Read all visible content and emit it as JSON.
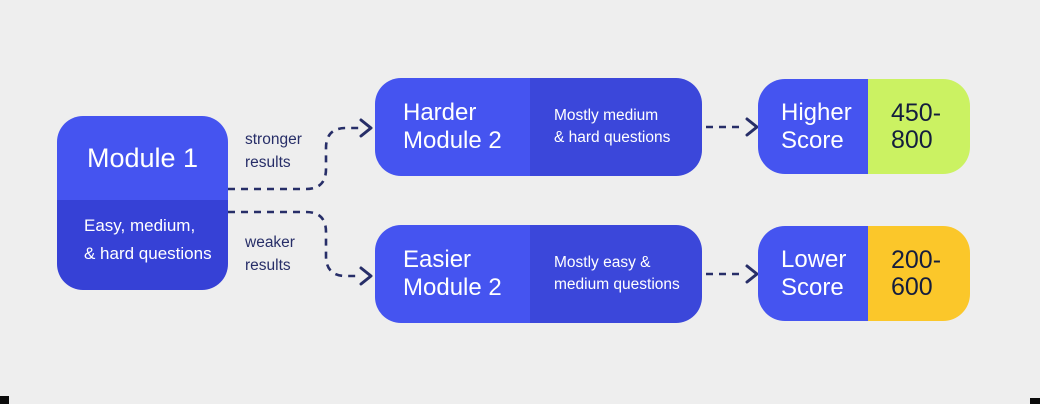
{
  "colors": {
    "bg": "#eeeeee",
    "blue-light": "#4554f0",
    "blue-dark": "#3641d6",
    "blue-deep": "#3b47da",
    "lime": "#cbf262",
    "yellow": "#fbc72a",
    "navy": "#272e68",
    "ink": "#141d3d"
  },
  "module1": {
    "title": "Module 1",
    "subtitle": "Easy, medium,\n& hard questions"
  },
  "branches": {
    "stronger_label": "stronger\nresults",
    "weaker_label": "weaker\nresults"
  },
  "harder_module2": {
    "title": "Harder\nModule 2",
    "description": "Mostly medium\n& hard questions"
  },
  "easier_module2": {
    "title": "Easier\nModule 2",
    "description": "Mostly easy &\nmedium questions"
  },
  "higher_score": {
    "title": "Higher\nScore",
    "range": "450-\n800"
  },
  "lower_score": {
    "title": "Lower\nScore",
    "range": "200-\n600"
  }
}
